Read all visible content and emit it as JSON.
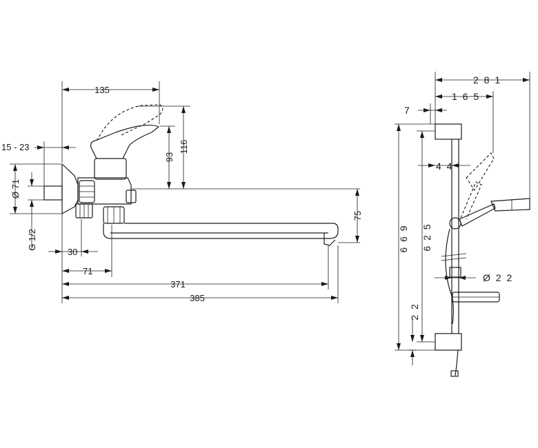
{
  "faucet": {
    "dims": {
      "w135": "135",
      "h116": "116",
      "h93": "93",
      "off": "15 - 23",
      "dia71": "Ø 71",
      "thread": "G 1/2",
      "w30": "30",
      "w71": "71",
      "w371": "371",
      "w385": "385",
      "h75": "75"
    }
  },
  "shower": {
    "dims": {
      "w281": "2 8 1",
      "w165": "1 6 5",
      "w7": "7",
      "w44": "4 4",
      "h669": "6 6 9",
      "h625": "6 2 5",
      "dia22": "Ø 2 2",
      "h22": "2 2"
    }
  }
}
